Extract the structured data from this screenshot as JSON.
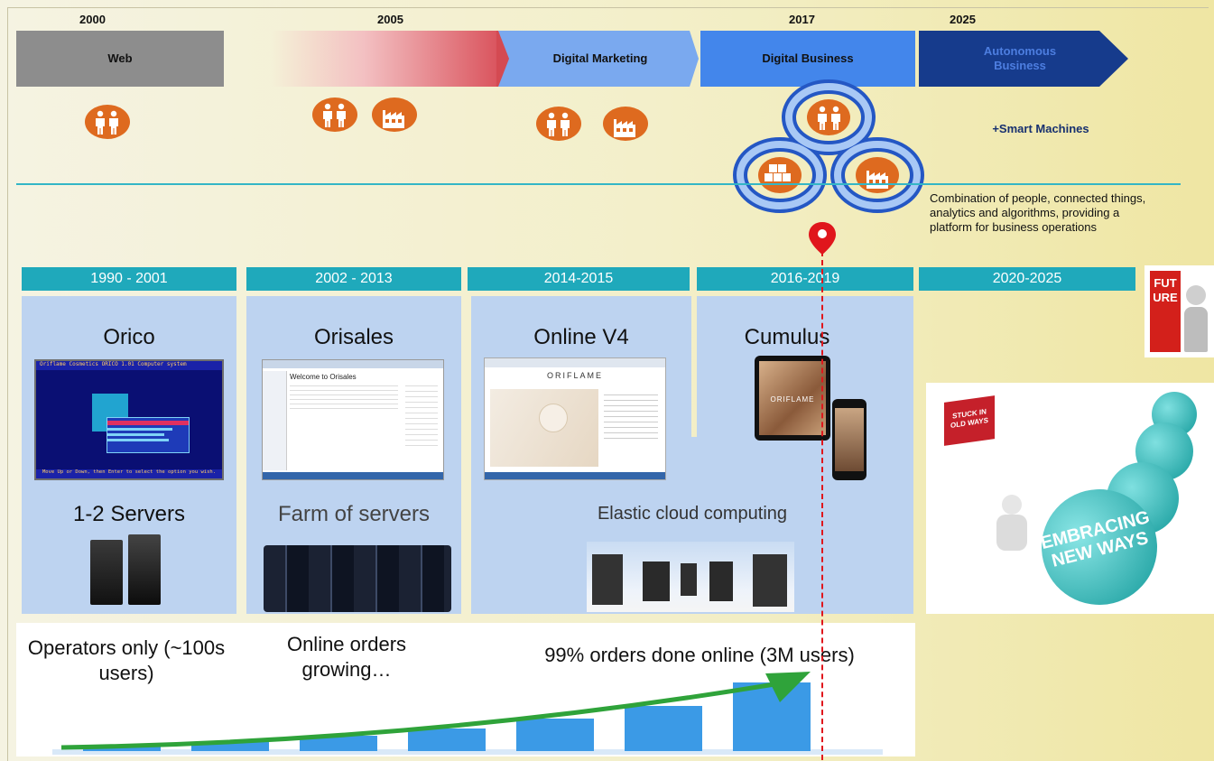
{
  "timeline": {
    "years": [
      {
        "id": "y2000",
        "label": "2000"
      },
      {
        "id": "y2005",
        "label": "2005"
      },
      {
        "id": "y2017",
        "label": "2017"
      },
      {
        "id": "y2025",
        "label": "2025"
      }
    ],
    "phases": [
      {
        "id": "web",
        "label": "Web"
      },
      {
        "id": "digital_marketing",
        "label": "Digital Marketing"
      },
      {
        "id": "digital_business",
        "label": "Digital Business"
      },
      {
        "id": "autonomous",
        "label": "Autonomous Business"
      }
    ],
    "smart_machines": "+Smart Machines",
    "combination_note": "Combination of people, connected things, analytics and algorithms, providing a platform for business operations"
  },
  "eras": [
    {
      "range": "1990 - 2001",
      "system": "Orico",
      "infra": "1-2 Servers"
    },
    {
      "range": "2002 - 2013",
      "system": "Orisales",
      "infra": "Farm of servers"
    },
    {
      "range": "2014-2015",
      "system": "Online V4",
      "infra": "Elastic cloud computing"
    },
    {
      "range": "2016-2019",
      "system": "Cumulus",
      "infra": ""
    },
    {
      "range": "2020-2025",
      "system": "",
      "infra": ""
    }
  ],
  "screens": {
    "orico_header": "Oriflame Cosmetics     ORICO 1.01 Computer system",
    "orico_footer": "Move Up or Down, then Enter to select the option you wish.",
    "orisales_title": "Welcome to Orisales",
    "online_brand": "ORIFLAME",
    "cumulus_brand": "ORIFLAME"
  },
  "future_images": {
    "future_text": "FUTURE",
    "stuck_text": "STUCK IN OLD WAYS",
    "embracing_text": "EMBRACING NEW WAYS"
  },
  "growth": {
    "operators": "Operators only (~100s users)",
    "online_growing": "Online orders growing…",
    "online_done": "99% orders done online (3M users)",
    "bar_levels": [
      0.05,
      0.1,
      0.17,
      0.25,
      0.36,
      0.5,
      0.76
    ]
  },
  "colors": {
    "era_header": "#1fa9bb",
    "panel": "#bdd3f0",
    "icon_orange": "#de6a1f",
    "accent_red": "#e0161c"
  }
}
